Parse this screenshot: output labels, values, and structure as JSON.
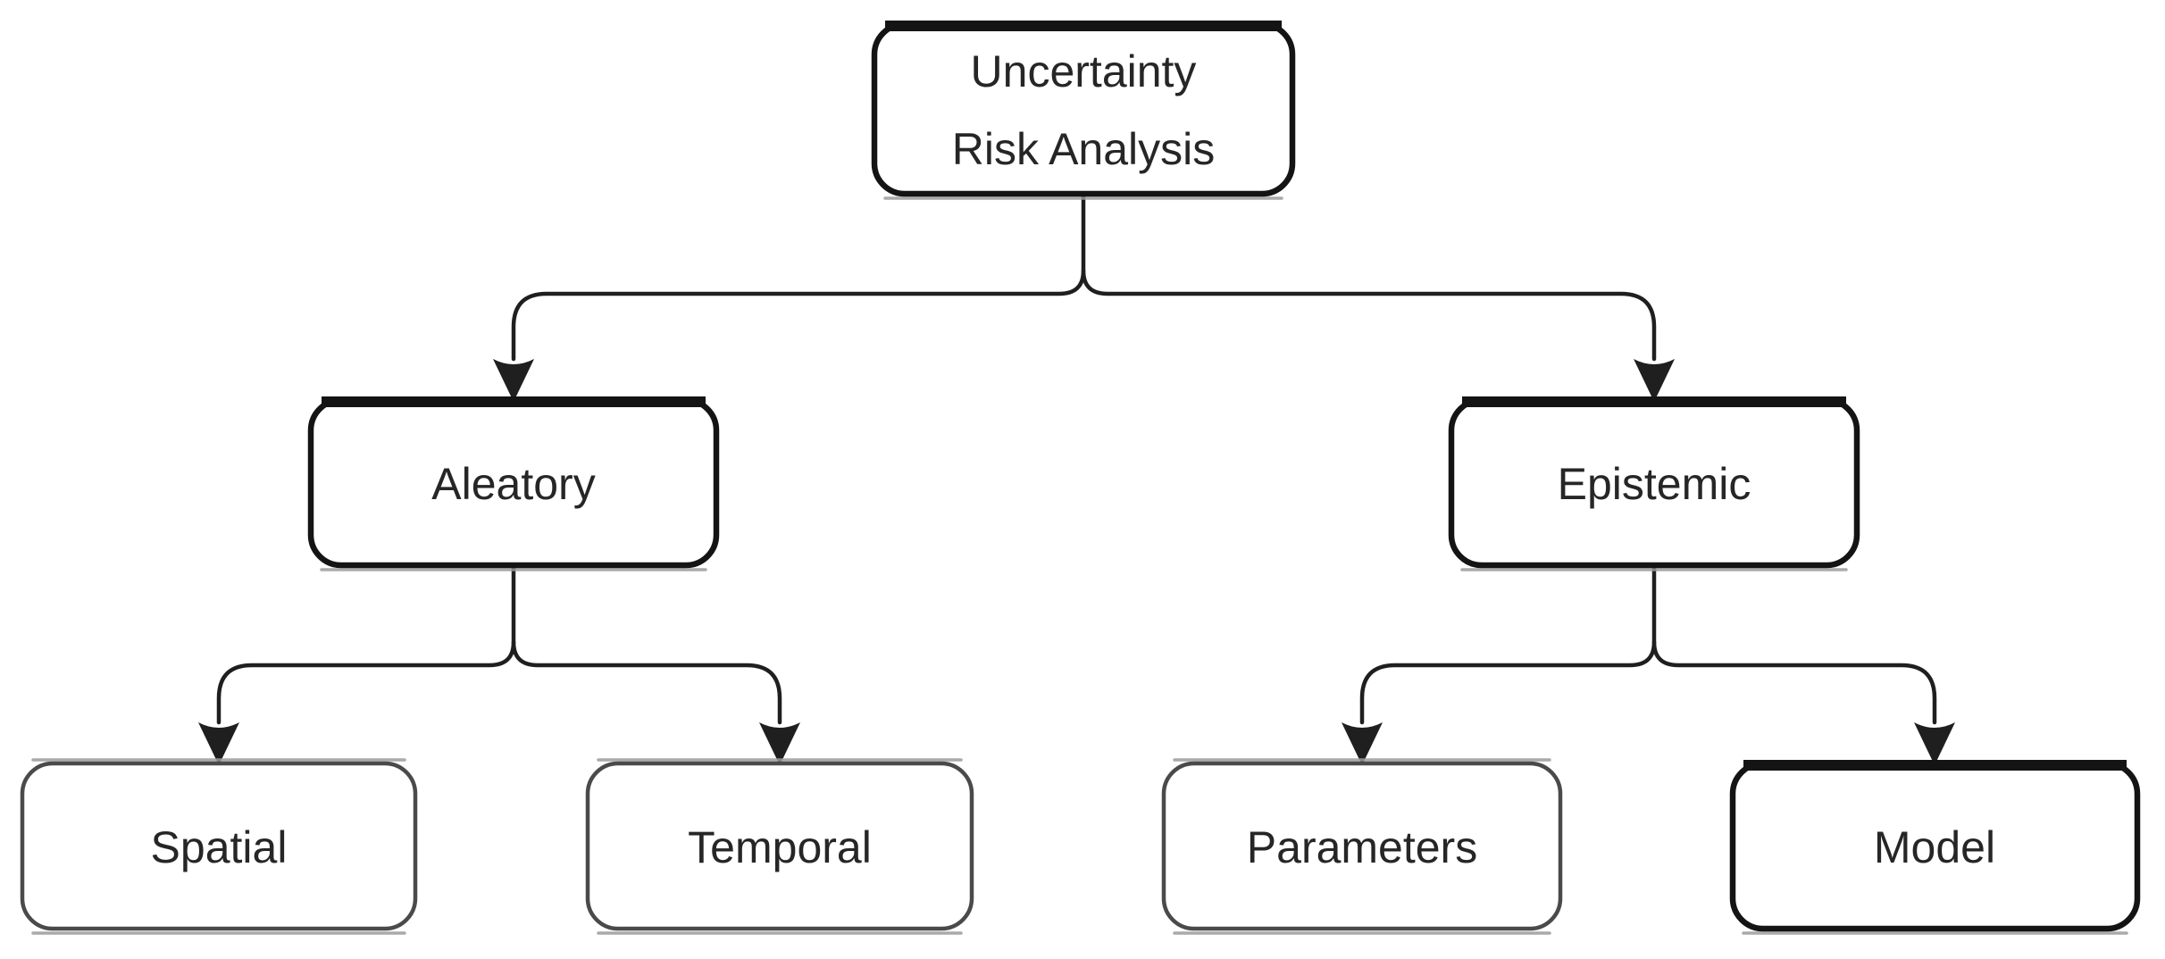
{
  "diagram": {
    "title": "Uncertainty Risk Analysis hierarchy",
    "root": {
      "id": "uncertainty-risk-analysis",
      "label_line1": "Uncertainty",
      "label_line2": "Risk Analysis",
      "emphasized": true
    },
    "children": [
      {
        "id": "aleatory",
        "label": "Aleatory",
        "emphasized": true,
        "children": [
          {
            "id": "spatial",
            "label": "Spatial",
            "emphasized": false
          },
          {
            "id": "temporal",
            "label": "Temporal",
            "emphasized": false
          }
        ]
      },
      {
        "id": "epistemic",
        "label": "Epistemic",
        "emphasized": true,
        "children": [
          {
            "id": "parameters",
            "label": "Parameters",
            "emphasized": false
          },
          {
            "id": "model",
            "label": "Model",
            "emphasized": true
          }
        ]
      }
    ]
  },
  "colors": {
    "background": "#ffffff",
    "connector": "#1f1f1f",
    "border_bold": "#141414",
    "border_normal": "#4a4a4a",
    "text": "#262626",
    "shadow": "#9c9c9c"
  }
}
